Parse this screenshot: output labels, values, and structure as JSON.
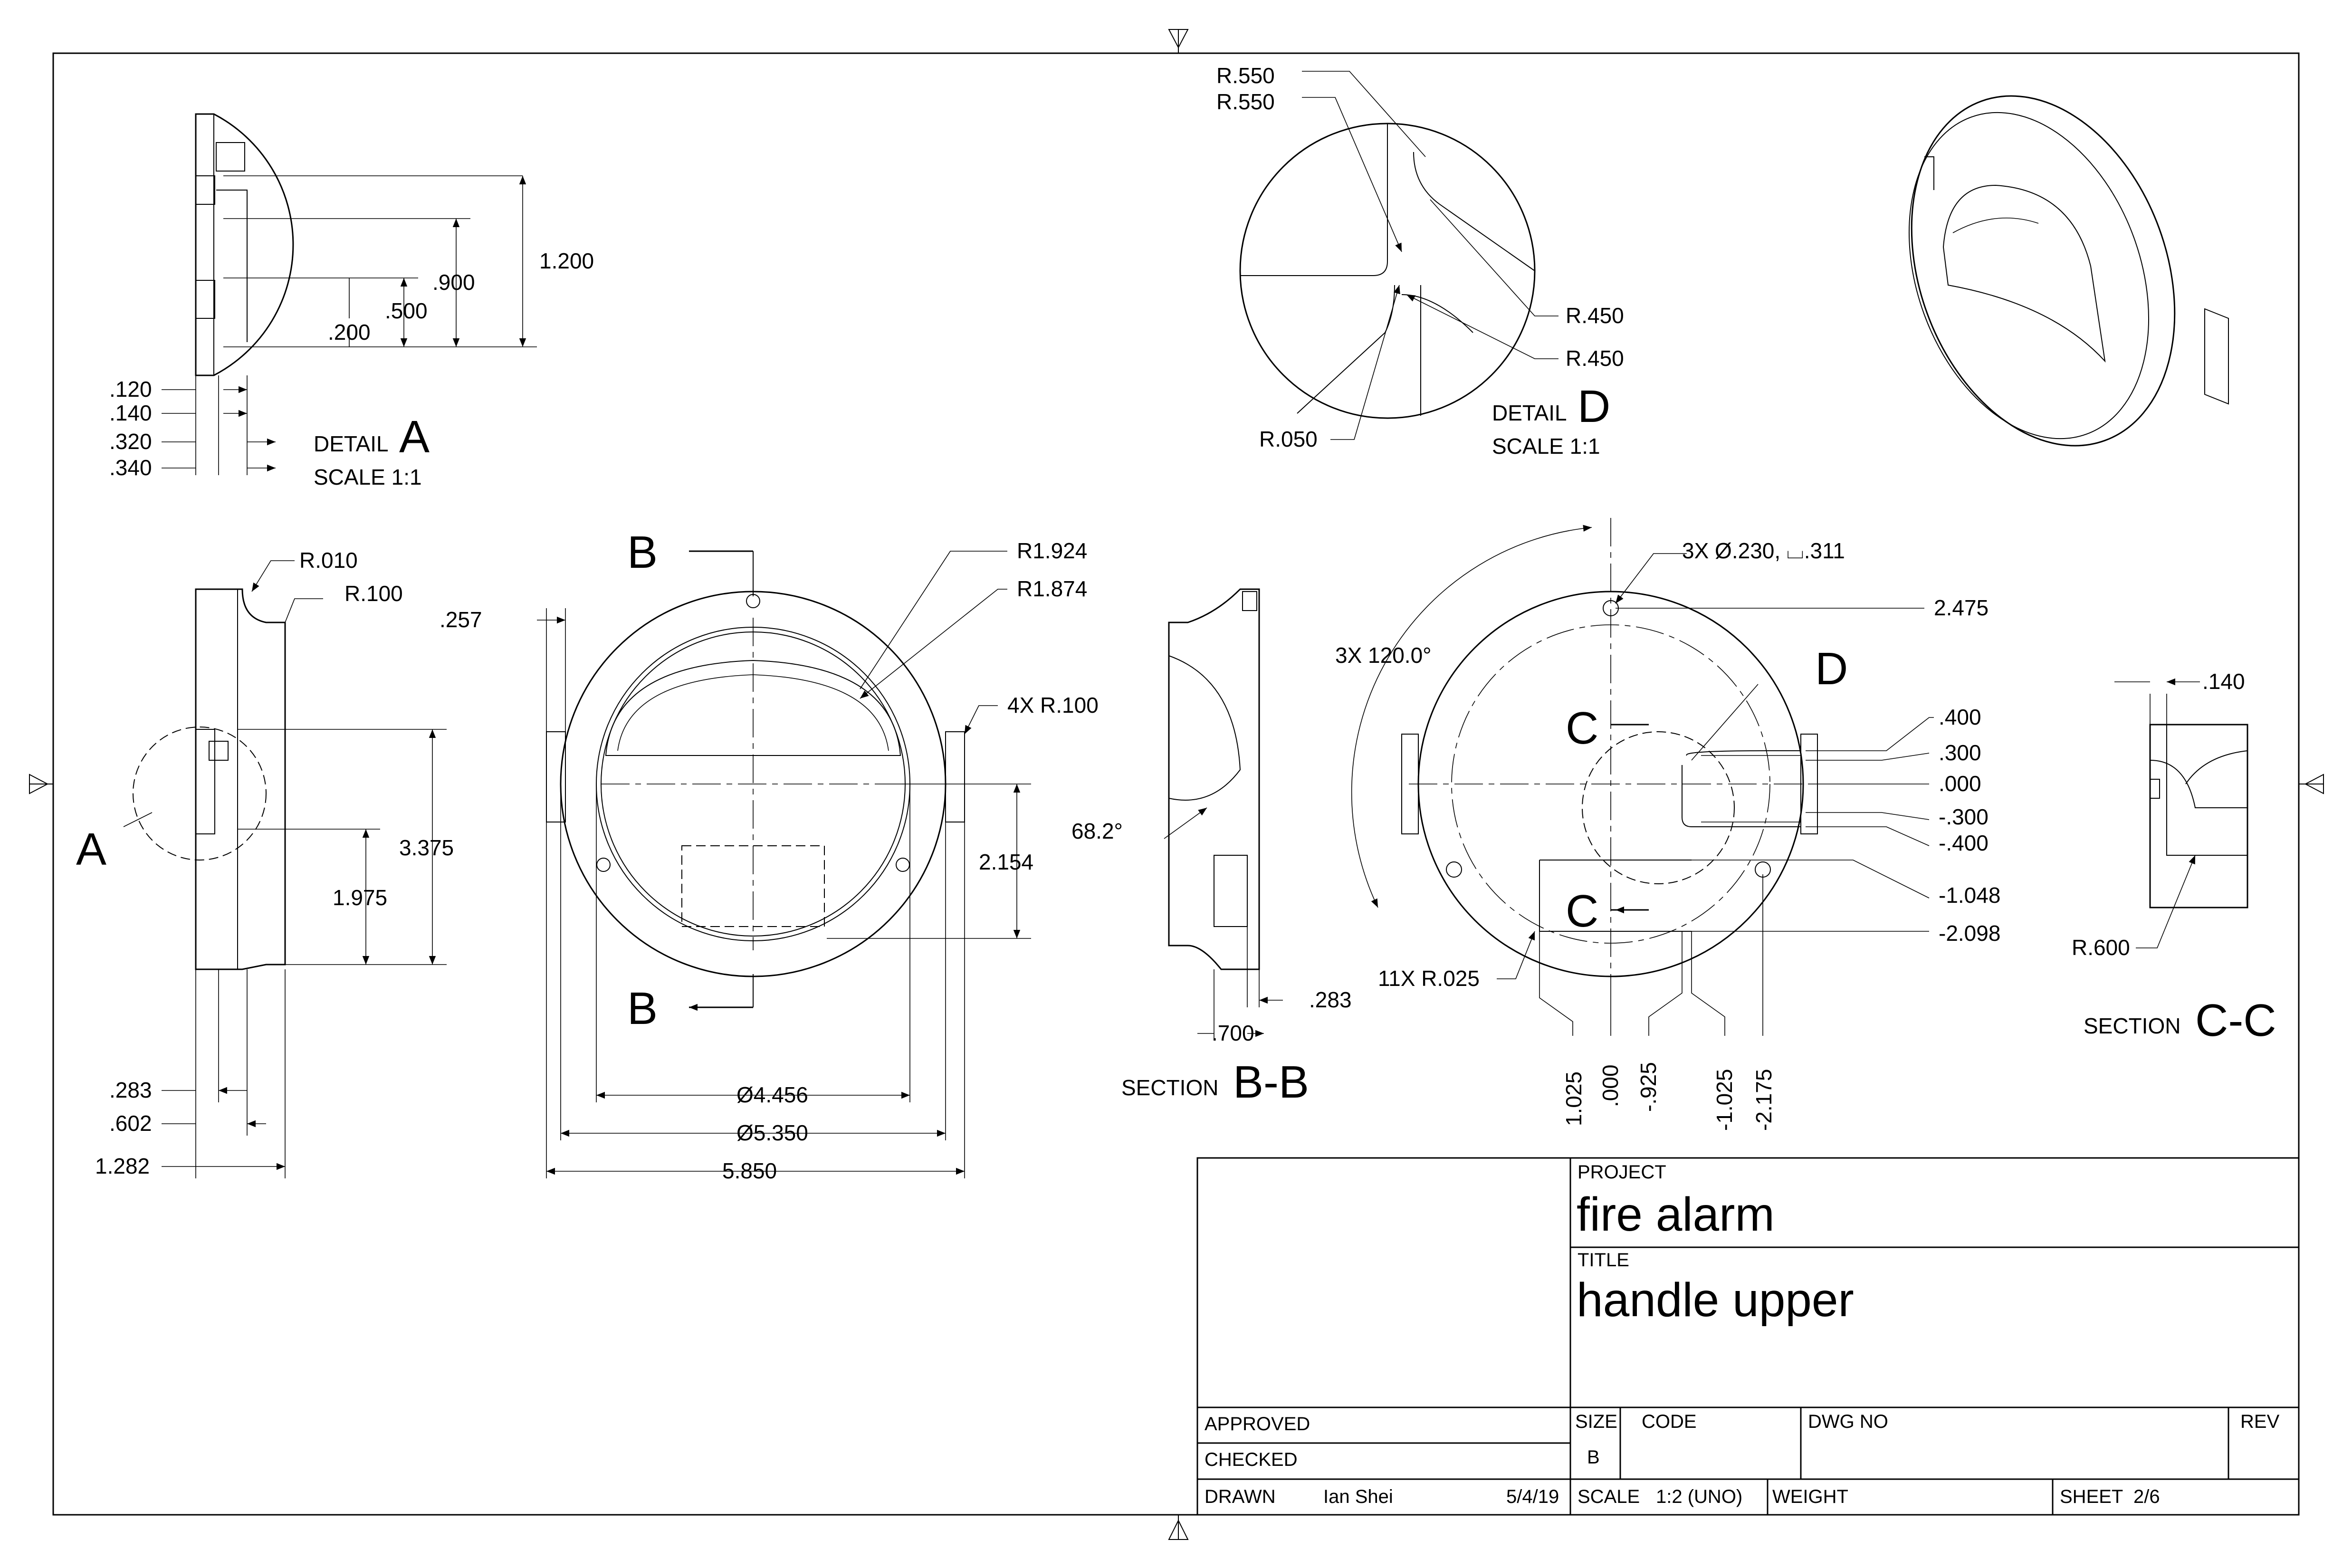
{
  "views": {
    "detail_a": {
      "word": "DETAIL",
      "letter": "A",
      "scale": "SCALE 1:1",
      "dims": {
        "d1200": "1.200",
        "d900": ".900",
        "d500": ".500",
        "d200": ".200",
        "d120": ".120",
        "d140": ".140",
        "d320": ".320",
        "d340": ".340"
      }
    },
    "detail_d": {
      "word": "DETAIL",
      "letter": "D",
      "scale": "SCALE 1:1",
      "dims": {
        "r550a": "R.550",
        "r550b": "R.550",
        "r450a": "R.450",
        "r450b": "R.450",
        "r050": "R.050"
      }
    },
    "side_view": {
      "callout": "A",
      "dims": {
        "r010": "R.010",
        "r100": "R.100",
        "d3375": "3.375",
        "d1975": "1.975",
        "d283": ".283",
        "d602": ".602",
        "d1282": "1.282"
      }
    },
    "front_view": {
      "cut_letter_top": "B",
      "cut_letter_bottom": "B",
      "dims": {
        "d257": ".257",
        "r1924": "R1.924",
        "r1874": "R1.874",
        "r100x4": "4X R.100",
        "d2154": "2.154",
        "dia4456": "Ø4.456",
        "dia5350": "Ø5.350",
        "d5850": "5.850"
      }
    },
    "section_bb": {
      "word": "SECTION",
      "letters": "B-B",
      "dims": {
        "angle": "68.2°",
        "d283": ".283",
        "d700": ".700"
      }
    },
    "back_view": {
      "cut_letter_top": "C",
      "cut_letter_bottom": "C",
      "detail_letter": "D",
      "dims": {
        "holes": "3X Ø.230, ⌴.311",
        "angle": "3X 120.0°",
        "d2475": "2.475",
        "y400": ".400",
        "y300": ".300",
        "y000": ".000",
        "yn300": "-.300",
        "yn400": "-.400",
        "yn1048": "-1.048",
        "yn2098": "-2.098",
        "r025": "11X R.025",
        "x1025": "1.025",
        "x000": ".000",
        "xn925": "-.925",
        "xn1025": "-1.025",
        "xn2175": "-2.175"
      }
    },
    "section_cc": {
      "word": "SECTION",
      "letters": "C-C",
      "dims": {
        "d140": ".140",
        "r600": "R.600"
      }
    }
  },
  "title_block": {
    "project_label": "PROJECT",
    "project_value": "fire alarm",
    "title_label": "TITLE",
    "title_value": "handle upper",
    "approved_label": "APPROVED",
    "checked_label": "CHECKED",
    "drawn_label": "DRAWN",
    "drawn_by": "Ian Shei",
    "drawn_date": "5/4/19",
    "size_label": "SIZE",
    "size_value": "B",
    "code_label": "CODE",
    "dwg_no_label": "DWG NO",
    "rev_label": "REV",
    "scale_label": "SCALE",
    "scale_value": "1:2 (UNO)",
    "weight_label": "WEIGHT",
    "sheet_label": "SHEET",
    "sheet_value": "2/6"
  }
}
